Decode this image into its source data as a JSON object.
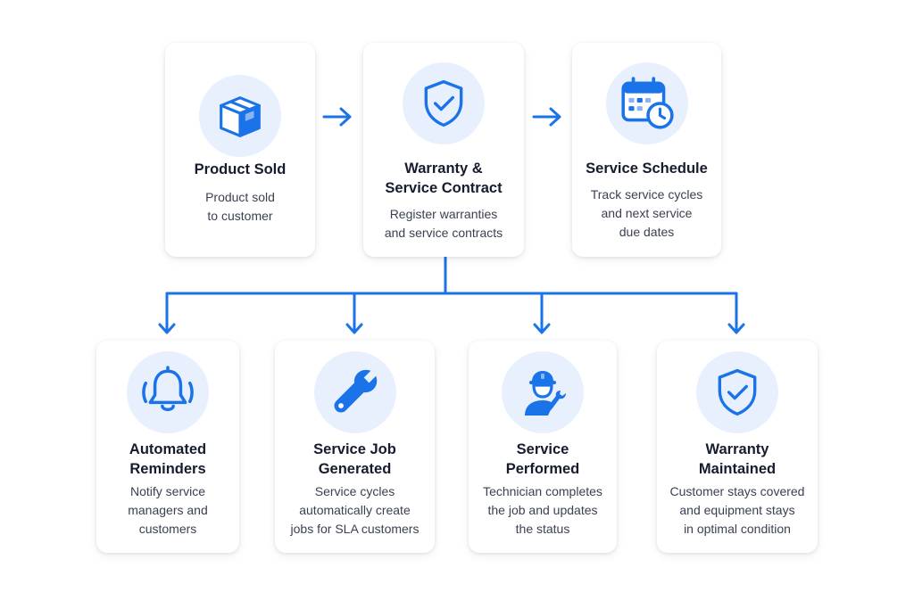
{
  "colors": {
    "accent": "#1a73e8",
    "icon_bg": "#e8f0fe",
    "title": "#161c2d",
    "text": "#3a4150"
  },
  "steps_top": [
    {
      "icon": "package-icon",
      "title": "Product Sold",
      "description": "Product sold\nto customer"
    },
    {
      "icon": "shield-check-icon",
      "title": "Warranty &\nService Contract",
      "description": "Register warranties\nand service contracts"
    },
    {
      "icon": "calendar-clock-icon",
      "title": "Service Schedule",
      "description": "Track service cycles\nand next service\ndue dates"
    }
  ],
  "steps_bottom": [
    {
      "icon": "bell-ringing-icon",
      "title": "Automated\nReminders",
      "description": "Notify service\nmanagers and\ncustomers"
    },
    {
      "icon": "wrench-icon",
      "title": "Service Job\nGenerated",
      "description": "Service cycles\nautomatically create\njobs for SLA customers"
    },
    {
      "icon": "technician-icon",
      "title": "Service\nPerformed",
      "description": "Technician completes\nthe job and updates\nthe status"
    },
    {
      "icon": "shield-check-icon",
      "title": "Warranty\nMaintained",
      "description": "Customer stays covered\nand equipment stays\nin optimal condition"
    }
  ]
}
